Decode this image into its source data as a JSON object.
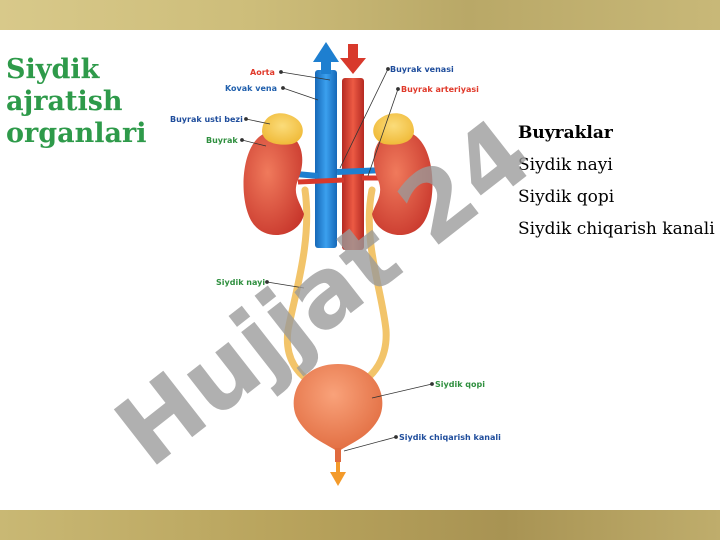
{
  "slide": {
    "title_lines": [
      "Siydik",
      "ajratish",
      "organlari"
    ],
    "organ_list": [
      "Buyraklar",
      "Siydik nayi",
      "Siydik qopi",
      "Siydik chiqarish kanali"
    ],
    "watermark": "Hujjat 24"
  },
  "diagram_labels": {
    "aorta": "Aorta",
    "kovak_vena": "Kovak vena",
    "buyrak_usti_bezi": "Buyrak usti bezi",
    "buyrak": "Buyrak",
    "buyrak_venasi": "Buyrak venasi",
    "buyrak_arteriyasi": "Buyrak arteriyasi",
    "siydik_nayi": "Siydik nayi",
    "siydik_qopi": "Siydik qopi",
    "siydik_chiqarish_kanali": "Siydik chiqarish kanali"
  },
  "colors": {
    "title": "#2e9a4a",
    "artery": "#d8392c",
    "vein": "#1e7fd0",
    "kidney": "#d84a3c",
    "gland": "#f4c64a",
    "ureter": "#f2c46a",
    "bladder": "#ee7d52",
    "outflow_arrow": "#f39a2a"
  }
}
